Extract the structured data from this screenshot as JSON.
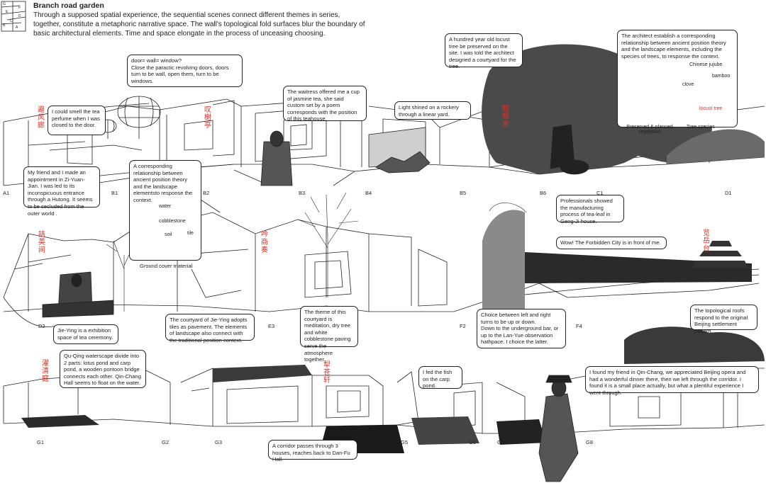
{
  "header": {
    "title": "Branch road garden",
    "intro": "Through a supposed spatial experience, the sequential scenes connect different themes in series, together, constitute a metaphoric narrative space. The wall's topological fold surfaces blur the boundary of basic architectural elements. Time and space elongate in the process of unceasing choosing.",
    "key_letters": [
      "G",
      "F",
      "E",
      "D",
      "C",
      "B",
      "A"
    ]
  },
  "cn_labels": [
    "避风廊",
    "叹榭亭",
    "翻樱舍",
    "拮英间",
    "吟商奏",
    "览岳台",
    "濯清庭",
    "犁苍轩"
  ],
  "scene_labels": {
    "row1": [
      "A1",
      "B1",
      "B2",
      "B3",
      "B4",
      "B5",
      "B6",
      "C1",
      "D1"
    ],
    "row2": [
      "D2",
      "E3",
      "F2",
      "F4"
    ],
    "row3": [
      "G1",
      "G2",
      "G3",
      "G5",
      "G6",
      "G7",
      "G8"
    ]
  },
  "bubbles": {
    "b_smell": "I could smell the tea perfume when I was closed to the door.",
    "b_door": "door= wall= window?\nClose the paractic revolving doors, doors turn to be wall, open them, turn to be windows.",
    "b_waitress": "The waitress offered me a cup of jasmine tea, she said custom set by a poem corresponds with the position of this teahouse.",
    "b_light": "Light shined on a rockery through a linear yard.",
    "b_locust": "A hundred year old locust tree be preserved on the site. I was told the architect designed a courtyard for the tree.",
    "b_architect": "The architect establish a corresponding relationship between ancient position theory and the landscape elements, including the species of trees, to response the context.",
    "b_friend": "My friend and I made an appointment in Zi-Yuan-Jian. I was led to its inconspicuous entrance through a Hutong. It seems to be secluded from the outer world .",
    "b_corresponding": "A corresponding relationship between ancient position theory and the landscape elementsto response the context.",
    "b_professionals": "Professionals showed the manufacturing process of tea-leaf in Geng-Ji house.",
    "b_forbidden": "Wow! The Forbidden City is in front of me.",
    "b_jieying_court": "The courtyard of Jie-Ying adopts tiles as pavement. The elements of landscape also connect with the traditional position context.",
    "b_jieying": "Jie-Ying is a exhibition space of tea ceremony.",
    "b_meditation": "The theme of this courtyard is meditation, dry tree and white cobblestone paving serve the atmosphere together.",
    "b_choice": "Choice between left and right turns to be up or down.\nDown to the underground bar, or up to the Lan-Yue observation hathpace. I choice the latter.",
    "b_roofs": "The topological roofs respond to the original Beijing settlement pattern.",
    "b_quqing": "Qu-Qing waterscape divide into 2 parts: lotus pond and carp pond, a wooden pontoon bridge connects each other. Qin-Chang Hall seems to float on the water.",
    "b_fish": "I fed the fish on the carp pond.",
    "b_qinchang": "I found my friend in Qin-Chang, we appreciated Beijing opera and had a wonderful dinner there, then we left through the corridor. I found it is a small place actually, but what a plentiful experience I went through.",
    "b_corridor": "A corridor passes through 3 houses, reaches back to Dan-Fu Hall."
  },
  "legends": {
    "ground_title": "Ground cover material",
    "ground_items": [
      "water",
      "cobblestone",
      "soil",
      "tile"
    ],
    "veg_title": "Preserved & planned vegetation",
    "species_title": "Tree species",
    "species_items": [
      "Chinese jujube",
      "bamboo",
      "clove",
      "locust tree"
    ]
  },
  "colors": {
    "accent_red": "#d8322a",
    "line": "#222222",
    "dark_fill": "#3a3a3a"
  }
}
